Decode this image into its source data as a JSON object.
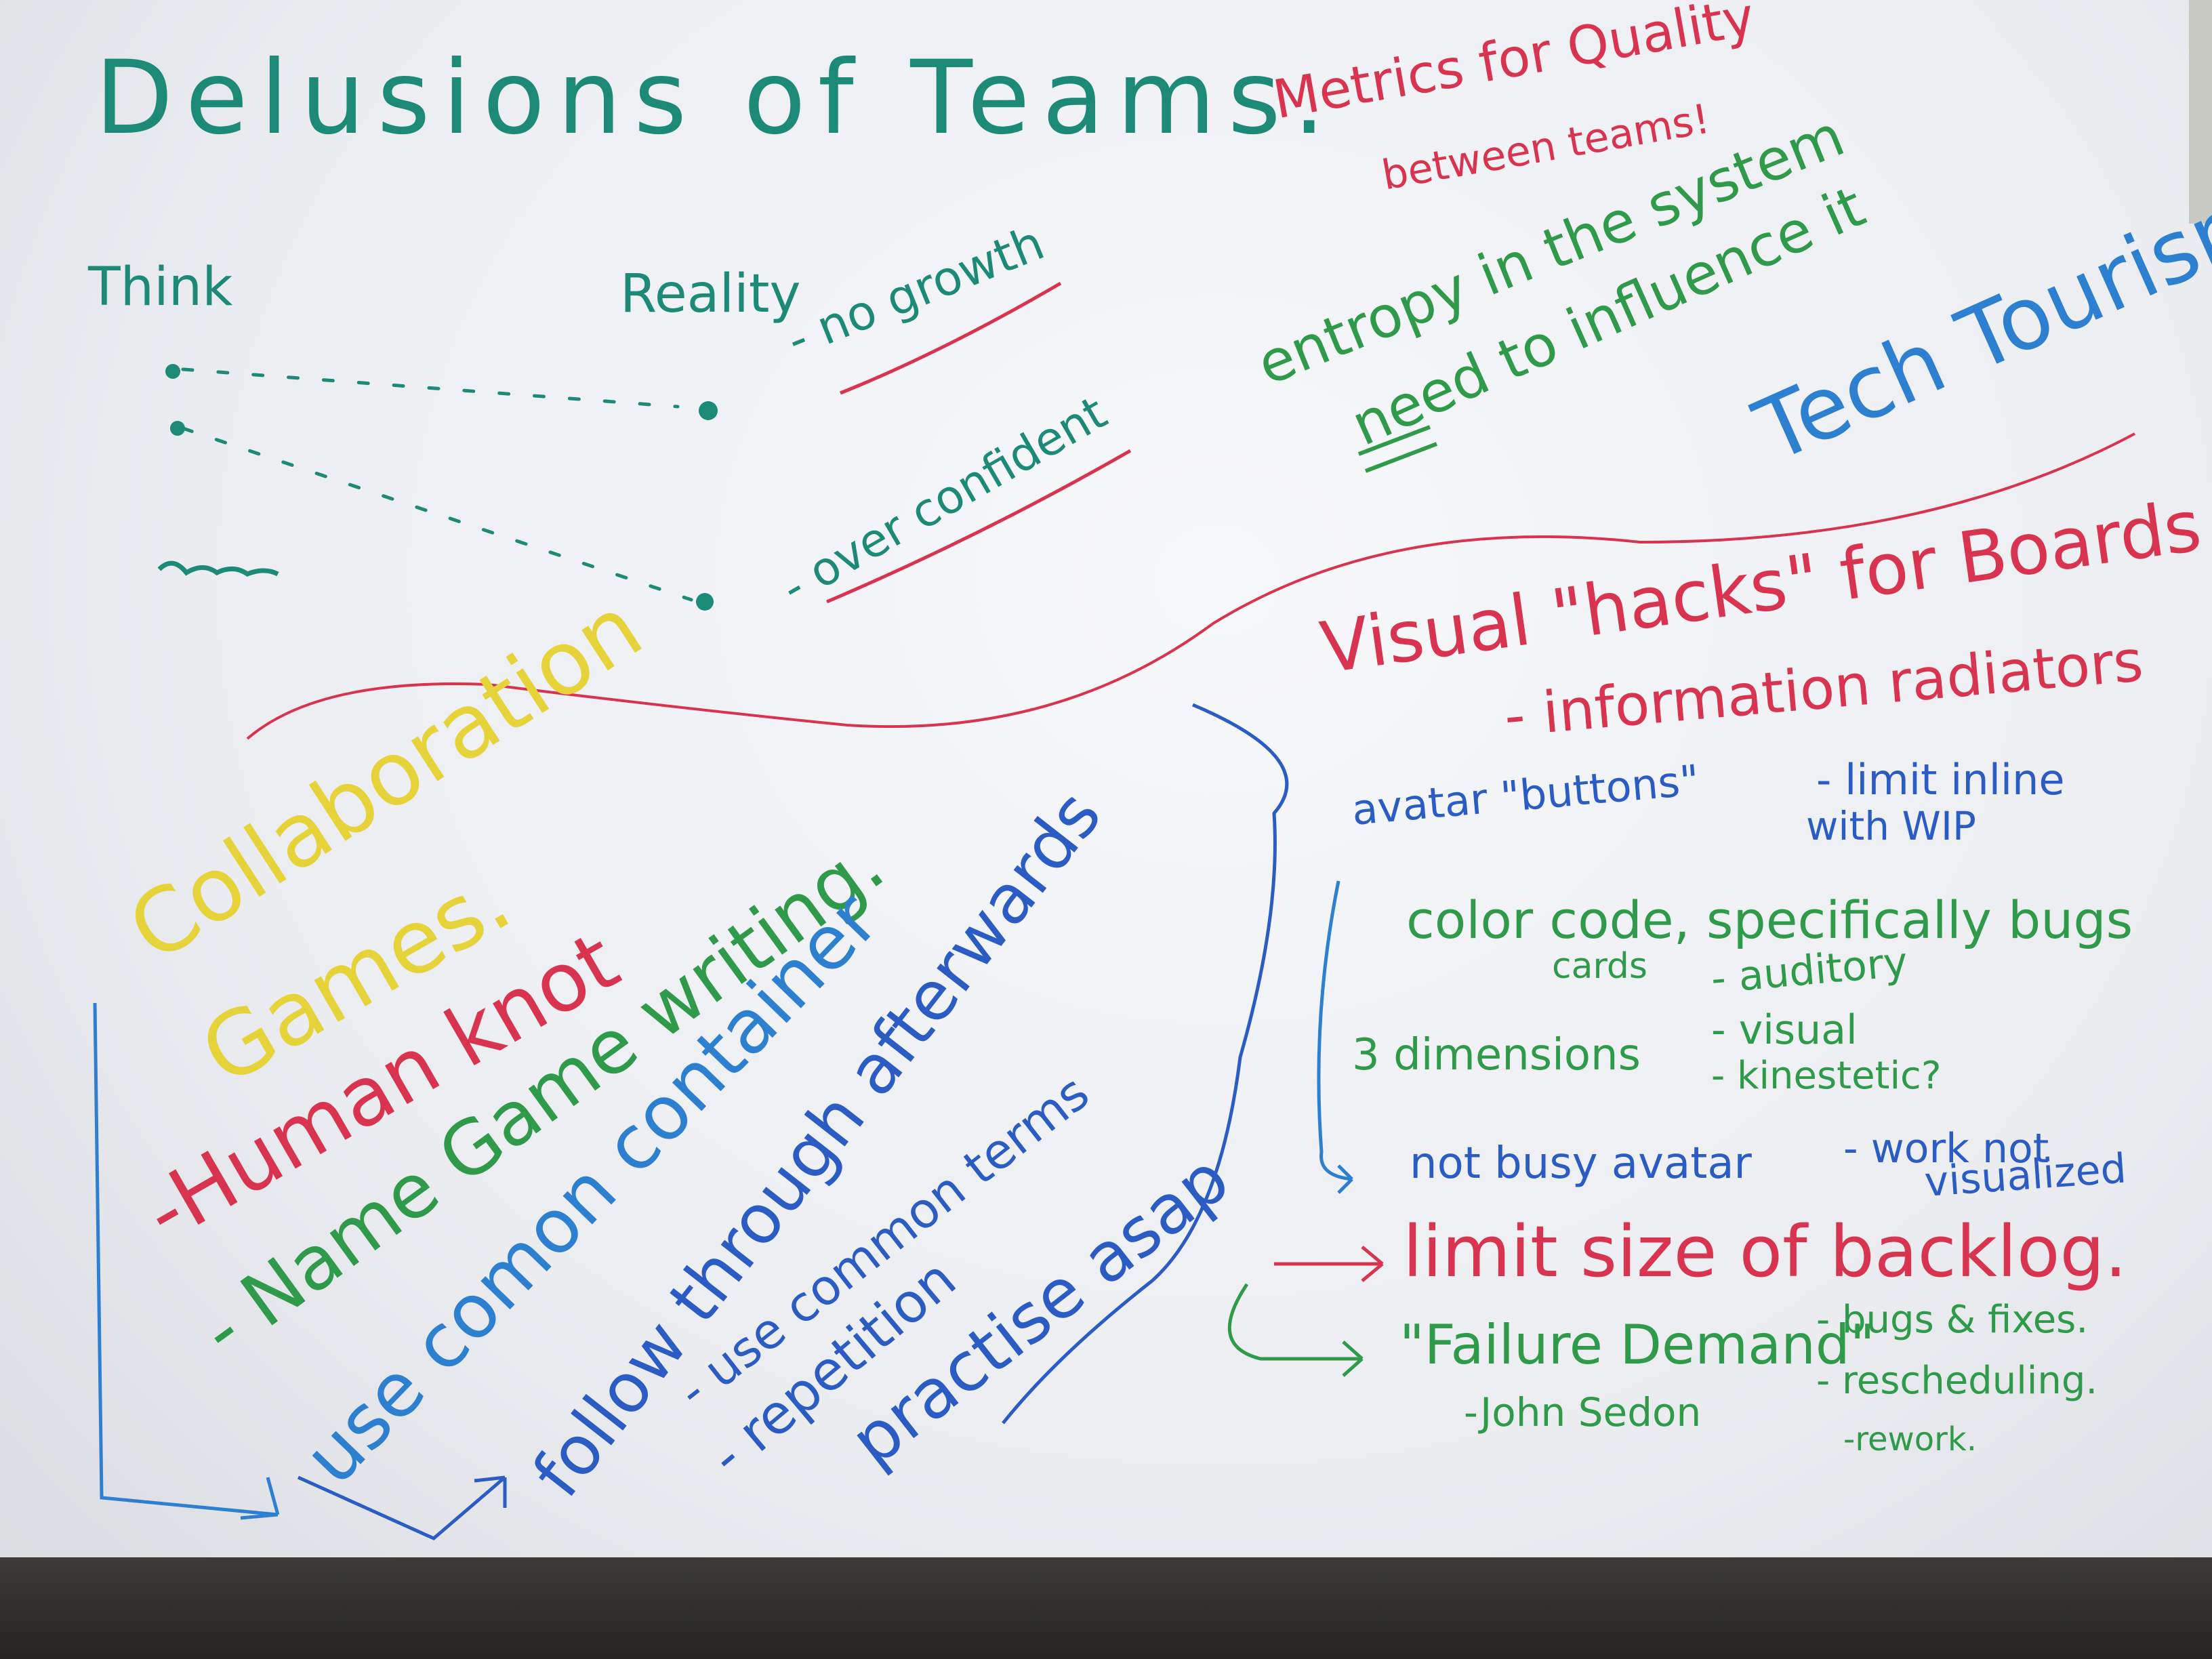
{
  "whiteboard": {
    "title": "Delusions of Teams.",
    "think_label": "Think",
    "reality_label": "Reality",
    "no_growth": "- no growth",
    "over_confident": "- over confident",
    "metrics_title": "Metrics for Quality",
    "metrics_subtitle": "between teams!",
    "entropy_line": "entropy in the system",
    "need_line": "need to influence it",
    "tech_tourism": "Tech Tourism",
    "collab_title": "Collaboration",
    "collab_games": "Games.",
    "human_knot": "-Human knot",
    "name_game": "- Name Game writing.",
    "use_container": "use comon container",
    "follow_through": "follow through afterwards",
    "use_common_terms": "- use common terms",
    "repetition": "- repetition",
    "practise": "practise asap",
    "visual_hacks": "Visual \"hacks\" for Boards",
    "info_radiators": "- information radiators",
    "avatar_buttons": "avatar \"buttons\"",
    "limit_inline": "- limit inline",
    "with_wip": "with WIP",
    "color_code": "color code, specifically bugs",
    "cards": "cards",
    "three_dimensions": "3 dimensions",
    "auditory": "- auditory",
    "visual": "- visual",
    "kinesthetic": "- kinestetic?",
    "not_busy_avatar": "not busy avatar",
    "work_not": "- work not",
    "visualized": "visualized",
    "limit_backlog": "limit size of backlog.",
    "failure_demand": "\"Failure Demand\"",
    "john_sedon": "-John Sedon",
    "bugs_fixes": "- bugs & fixes.",
    "rescheduling": "- rescheduling.",
    "rework": "-rework."
  },
  "colors": {
    "teal": "#1d8a78",
    "red": "#d8334f",
    "green": "#2e9a4a",
    "blue": "#2d7fd0",
    "navy": "#2a5cc4",
    "yellow": "#e6d33a"
  }
}
